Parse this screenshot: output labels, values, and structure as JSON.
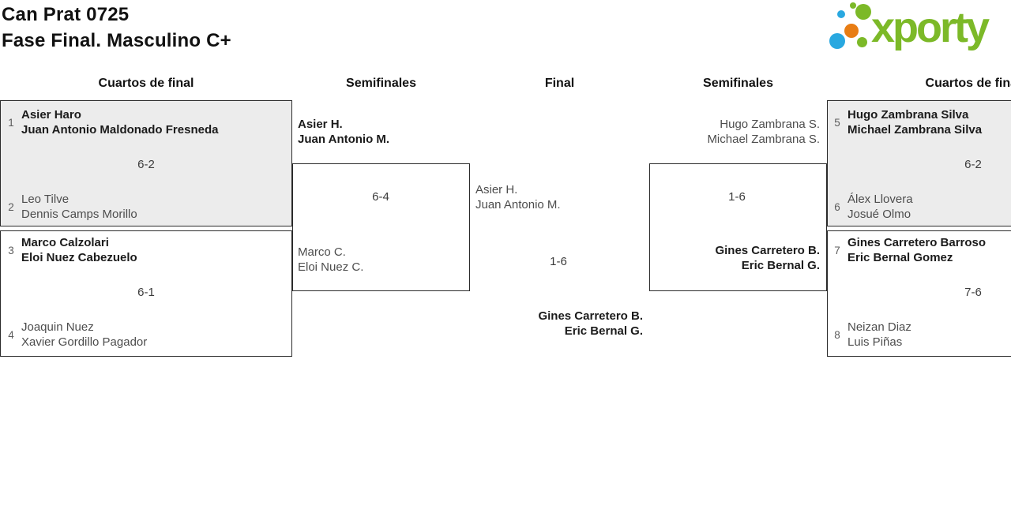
{
  "page": {
    "title_line1": "Can Prat 0725",
    "title_line2": "Fase Final. Masculino C+",
    "logo_text": "xporty"
  },
  "colors": {
    "brand_green": "#7cb928",
    "brand_blue": "#29a8e0",
    "brand_orange": "#e87d13",
    "box_fill_shaded": "#ececec",
    "winner_text": "#1b1b1b",
    "loser_text": "#4d4d4d",
    "border": "#2a2a2a"
  },
  "round_headers": [
    "Cuartos de final",
    "Semifinales",
    "Final",
    "Semifinales",
    "Cuartos de final"
  ],
  "bracket": {
    "qf_left": [
      {
        "seed_top": "1",
        "team_top": [
          "Asier Haro",
          "Juan Antonio Maldonado Fresneda"
        ],
        "score": "6-2",
        "seed_bottom": "2",
        "team_bottom": [
          "Leo Tilve",
          "Dennis Camps Morillo"
        ]
      },
      {
        "seed_top": "3",
        "team_top": [
          "Marco Calzolari",
          "Eloi Nuez Cabezuelo"
        ],
        "score": "6-1",
        "seed_bottom": "4",
        "team_bottom": [
          "Joaquin Nuez",
          "Xavier Gordillo Pagador"
        ]
      }
    ],
    "sf_left": {
      "team_top": [
        "Asier H.",
        "Juan Antonio M."
      ],
      "score": "6-4",
      "team_bottom": [
        "Marco C.",
        "Eloi Nuez C."
      ]
    },
    "final": {
      "team_top": [
        "Asier H.",
        "Juan Antonio M."
      ],
      "score": "1-6",
      "team_bottom": [
        "Gines Carretero B.",
        "Eric Bernal G."
      ]
    },
    "sf_right": {
      "team_top": [
        "Hugo Zambrana S.",
        "Michael Zambrana S."
      ],
      "score": "1-6",
      "team_bottom": [
        "Gines Carretero B.",
        "Eric Bernal G."
      ]
    },
    "qf_right": [
      {
        "seed_top": "5",
        "team_top": [
          "Hugo Zambrana Silva",
          "Michael Zambrana Silva"
        ],
        "score": "6-2",
        "seed_bottom": "6",
        "team_bottom": [
          "Álex Llovera",
          "Josué Olmo"
        ]
      },
      {
        "seed_top": "7",
        "team_top": [
          "Gines Carretero Barroso",
          "Eric Bernal Gomez"
        ],
        "score": "7-6",
        "seed_bottom": "8",
        "team_bottom": [
          "Neizan Diaz",
          "Luis Piñas"
        ]
      }
    ]
  }
}
